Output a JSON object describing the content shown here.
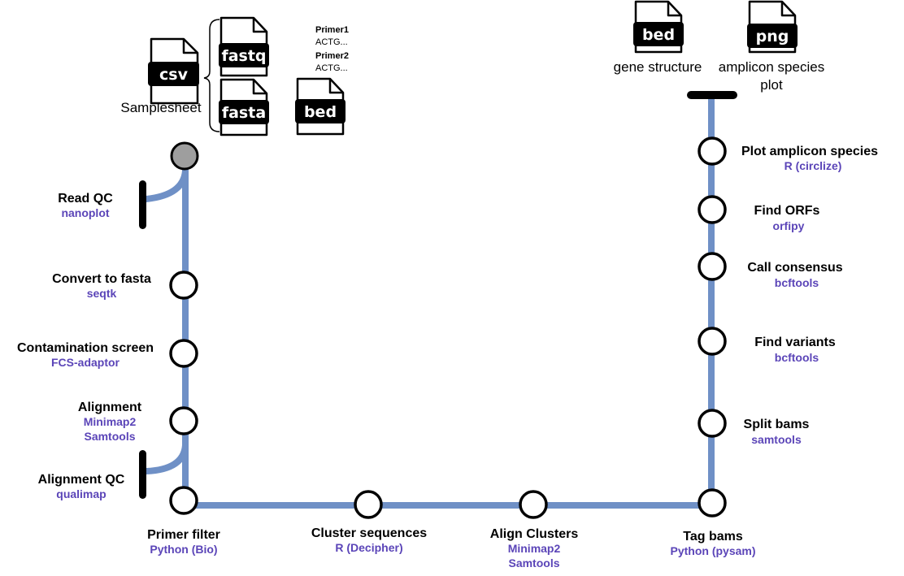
{
  "colors": {
    "track": "#6f90c6",
    "tool_text": "#5b45b8",
    "start_node": "#9e9e9e"
  },
  "inputs": {
    "samplesheet_label": "Samplesheet",
    "csv_tag": "csv",
    "fastq_tag": "fastq",
    "fasta_tag": "fasta",
    "bed_tag": "bed",
    "primers": [
      {
        "name": "Primer1",
        "seq": "ACTG..."
      },
      {
        "name": "Primer2",
        "seq": "ACTG..."
      }
    ]
  },
  "outputs": {
    "gene_structure_tag": "bed",
    "gene_structure_label": "gene structure",
    "plot_tag": "png",
    "plot_label_line1": "amplicon species",
    "plot_label_line2": "plot"
  },
  "left_branches": [
    {
      "title": "Read QC",
      "tool": "nanoplot"
    },
    {
      "title": "Alignment QC",
      "tool": "qualimap"
    }
  ],
  "left_steps": [
    {
      "title": "Convert to fasta",
      "tools": [
        "seqtk"
      ]
    },
    {
      "title": "Contamination screen",
      "tools": [
        "FCS-adaptor"
      ]
    },
    {
      "title": "Alignment",
      "tools": [
        "Minimap2",
        "Samtools"
      ]
    }
  ],
  "bottom_steps": [
    {
      "title": "Primer filter",
      "tools": [
        "Python (Bio)"
      ]
    },
    {
      "title": "Cluster sequences",
      "tools": [
        "R (Decipher)"
      ]
    },
    {
      "title": "Align Clusters",
      "tools": [
        "Minimap2",
        "Samtools"
      ]
    },
    {
      "title": "Tag bams",
      "tools": [
        "Python (pysam)"
      ]
    }
  ],
  "right_steps": [
    {
      "title": "Split bams",
      "tools": [
        "samtools"
      ]
    },
    {
      "title": "Find variants",
      "tools": [
        "bcftools"
      ]
    },
    {
      "title": "Call consensus",
      "tools": [
        "bcftools"
      ]
    },
    {
      "title": "Find ORFs",
      "tools": [
        "orfipy"
      ]
    },
    {
      "title": "Plot amplicon species",
      "tools": [
        "R (circlize)"
      ]
    }
  ]
}
